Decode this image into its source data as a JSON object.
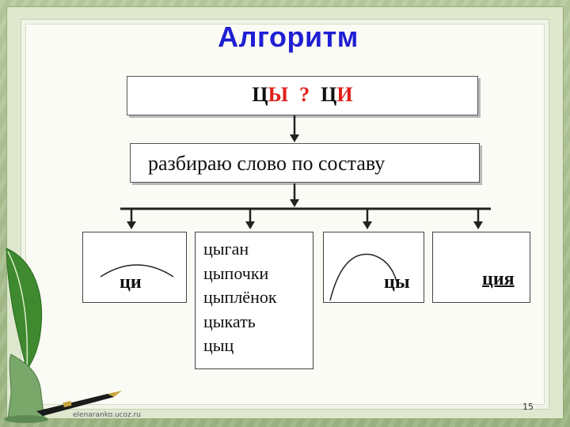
{
  "title": "Алгоритм",
  "question": {
    "left_consonant": "Ц",
    "left_vowel": "Ы",
    "mark": "?",
    "right_consonant": "Ц",
    "right_vowel": "И"
  },
  "step2": "разбираю слово по составу",
  "branches": {
    "root_ending": "ци",
    "exception_words": [
      "цыган",
      "цыпочки",
      "цыплёнок",
      "цыкать",
      "цыц"
    ],
    "suffix_ending": "цы",
    "tsiya_ending": "ция"
  },
  "footer": {
    "site": "elenaranko.ucoz.ru",
    "page_number": "15"
  },
  "colors": {
    "title": "#1f1fd4",
    "highlight": "#e0201a",
    "background": "#a9c08f"
  },
  "icons": [
    "quill-feather-icon",
    "fountain-pen-icon",
    "arrow-down-icon",
    "arc-mark-icon"
  ]
}
